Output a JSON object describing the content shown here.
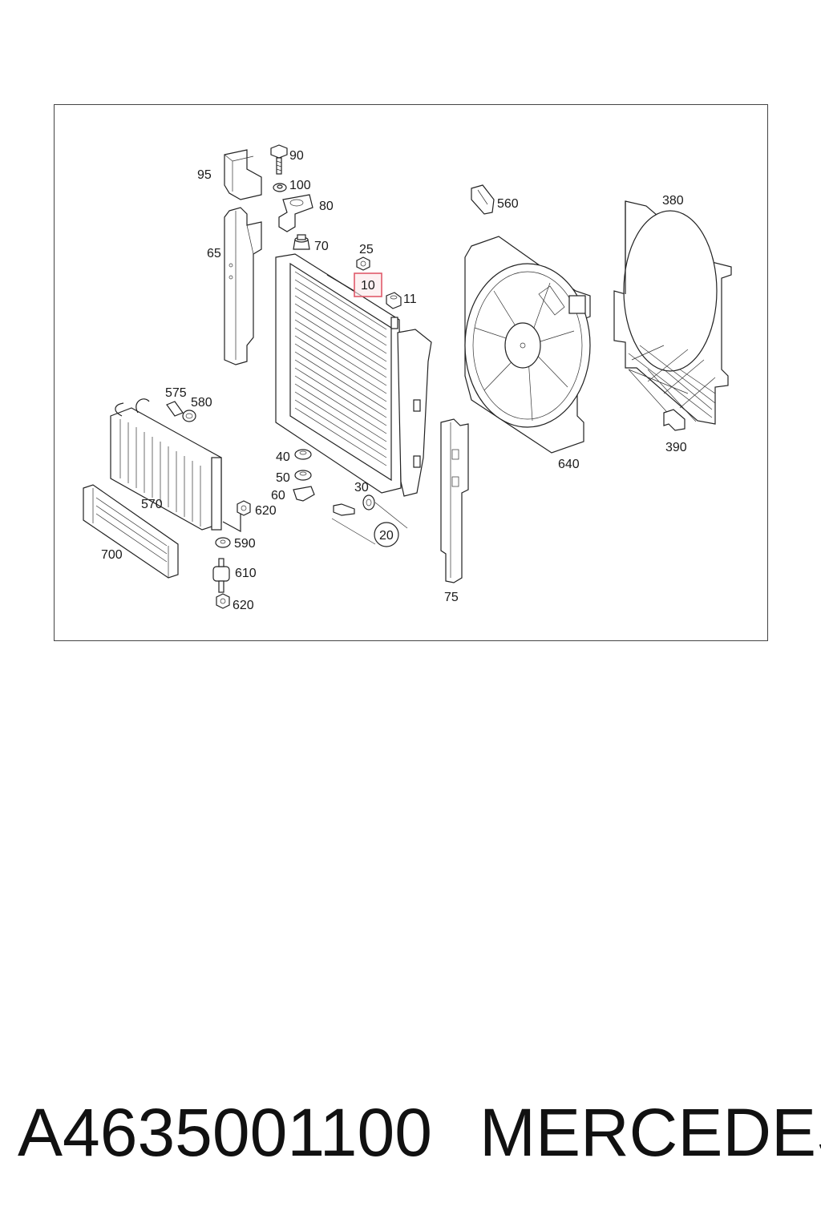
{
  "diagram": {
    "callouts": {
      "c95": "95",
      "c90": "90",
      "c100": "100",
      "c80": "80",
      "c70": "70",
      "c65": "65",
      "c25": "25",
      "c10": "10",
      "c11": "11",
      "c560": "560",
      "c380": "380",
      "c640": "640",
      "c390": "390",
      "c575": "575",
      "c580": "580",
      "c570": "570",
      "c700": "700",
      "c40": "40",
      "c50": "50",
      "c60": "60",
      "c30": "30",
      "c20": "20",
      "c620a": "620",
      "c590": "590",
      "c610": "610",
      "c620b": "620",
      "c75": "75"
    },
    "highlight_color": "#e05a6a"
  },
  "footer": {
    "part_number": "A4635001100",
    "brand": "MERCEDES"
  }
}
